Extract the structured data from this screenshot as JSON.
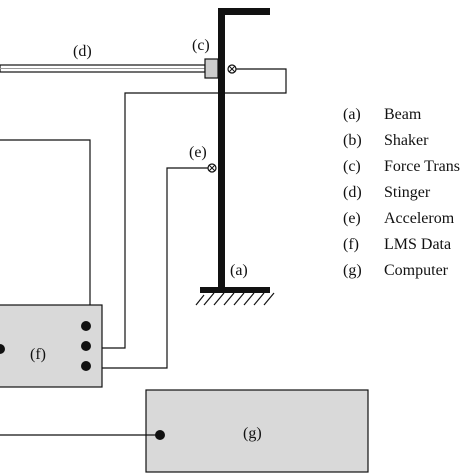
{
  "labels": {
    "beam": "(a)",
    "force_transducer": "(c)",
    "stinger": "(d)",
    "accelerometer": "(e)",
    "data_acquisition": "(f)",
    "computer": "(g)"
  },
  "legend": [
    {
      "key": "(a)",
      "text": "Beam"
    },
    {
      "key": "(b)",
      "text": "Shaker"
    },
    {
      "key": "(c)",
      "text": "Force Trans"
    },
    {
      "key": "(d)",
      "text": "Stinger"
    },
    {
      "key": "(e)",
      "text": "Accelerom"
    },
    {
      "key": "(f)",
      "text": "LMS Data"
    },
    {
      "key": "(g)",
      "text": "Computer"
    }
  ],
  "colors": {
    "ink": "#111111",
    "box_fill": "#d9d9d9",
    "beam": "#111111"
  }
}
